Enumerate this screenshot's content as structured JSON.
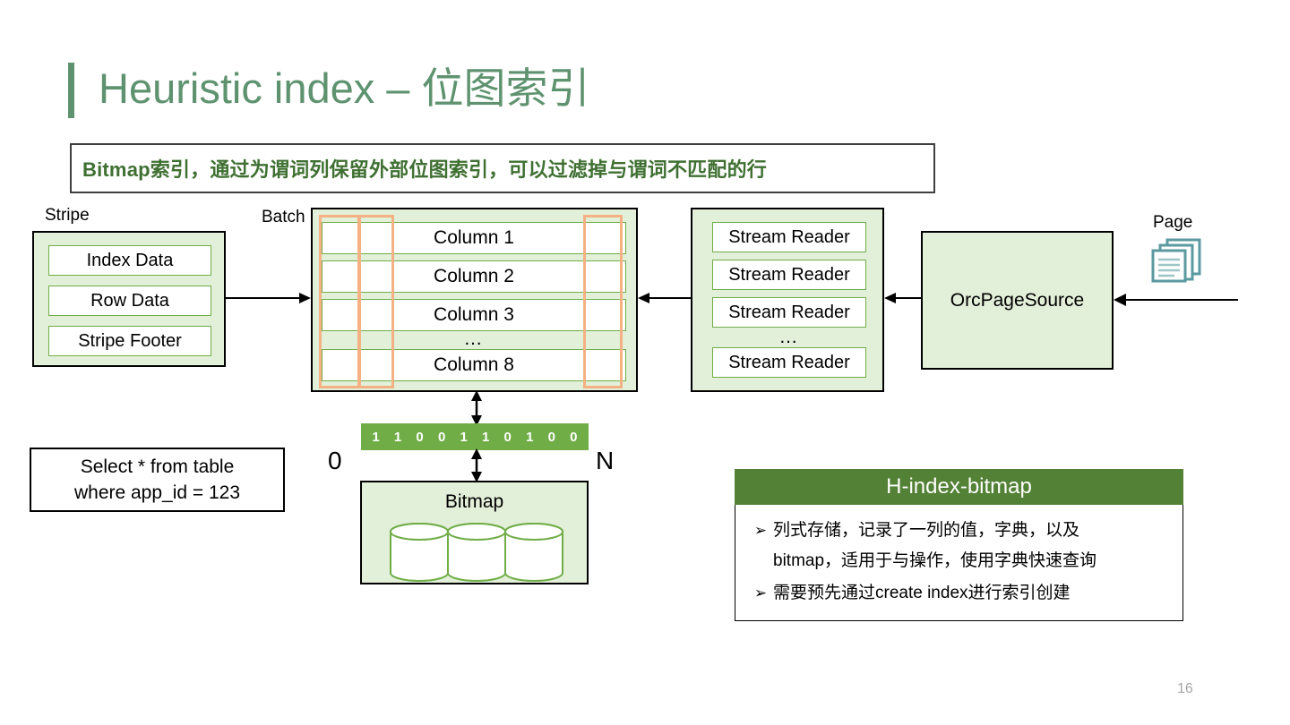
{
  "slide": {
    "title": "Heuristic index – 位图索引",
    "page_number": "16",
    "accent_color": "#5f9370"
  },
  "banner": {
    "text": "Bitmap索引，通过为谓词列保留外部位图索引，可以过滤掉与谓词不匹配的行",
    "text_color": "#3f7032"
  },
  "stripe": {
    "label": "Stripe",
    "items": [
      {
        "label": "Index Data"
      },
      {
        "label": "Row Data"
      },
      {
        "label": "Stripe Footer"
      }
    ]
  },
  "batch": {
    "label": "Batch",
    "columns": [
      {
        "label": "Column 1"
      },
      {
        "label": "Column 2"
      },
      {
        "label": "Column 3"
      }
    ],
    "ellipsis": "…",
    "last_column": {
      "label": "Column 8"
    },
    "highlight_color": "#f4b183"
  },
  "stream_readers": {
    "items": [
      {
        "label": "Stream Reader"
      },
      {
        "label": "Stream Reader"
      },
      {
        "label": "Stream Reader"
      }
    ],
    "ellipsis": "…",
    "last_item": {
      "label": "Stream Reader"
    }
  },
  "orc_page_source": {
    "label": "OrcPageSource"
  },
  "page_icon": {
    "label": "Page",
    "color": "#5b9aa0"
  },
  "sql": {
    "line1": "Select * from table",
    "line2": "where app_id = 123"
  },
  "bitmap_strip": {
    "bits": [
      "1",
      "1",
      "0",
      "0",
      "1",
      "1",
      "0",
      "1",
      "0",
      "0"
    ],
    "start_label": "0",
    "end_label": "N",
    "color": "#70ad47"
  },
  "bitmap_box": {
    "title": "Bitmap"
  },
  "hindex": {
    "header": "H-index-bitmap",
    "header_color": "#538135",
    "bullet_marker": "➢",
    "bullets": [
      {
        "line1": "列式存储，记录了一列的值，字典，以及",
        "line2": "bitmap，适用于与操作，使用字典快速查询"
      },
      {
        "line1": "需要预先通过create index进行索引创建",
        "line2": ""
      }
    ]
  }
}
